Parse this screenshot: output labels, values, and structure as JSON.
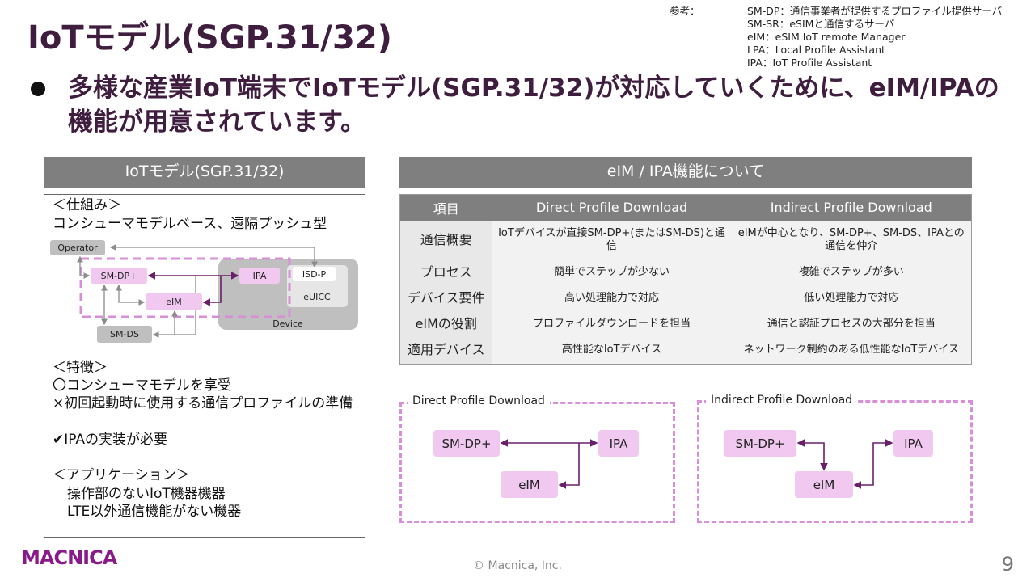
{
  "title": "IoTモデル(SGP.31/32)",
  "bullet": "多様な産業IoT端末でIoTモデル(SGP.31/32)が対応していくために、eIM/IPAの機能が用意されています。",
  "reference": {
    "label": "参考：",
    "lines": [
      "SM-DP：通信事業者が提供するプロファイル提供サーバ",
      "SM-SR：eSIMと通信するサーバ",
      "eIM：eSIM IoT remote Manager",
      "LPA：Local Profile Assistant",
      "IPA：IoT Profile Assistant"
    ]
  },
  "left": {
    "header": "IoTモデル(SGP.31/32)",
    "mechanism_heading": "＜仕組み＞",
    "mechanism": "コンシューマモデルベース、遠隔プッシュ型",
    "diagram": {
      "operator": "Operator",
      "smdp": "SM-DP+",
      "ipa": "IPA",
      "isdp": "ISD-P",
      "euicc": "eUICC",
      "eim": "eIM",
      "smds": "SM-DS",
      "device": "Device"
    },
    "features_heading": "＜特徴＞",
    "features": [
      "〇コンシューマモデルを享受",
      "×初回起動時に使用する通信プロファイルの準備",
      "✔IPAの実装が必要"
    ],
    "apps_heading": "＜アプリケーション＞",
    "apps": [
      "操作部のないIoT機器機器",
      "LTE以外通信機能がない機器"
    ]
  },
  "right": {
    "header": "eIM / IPA機能について",
    "table": {
      "columns": [
        "項目",
        "Direct Profile Download",
        "Indirect Profile Download"
      ],
      "rows": [
        [
          "通信概要",
          "IoTデバイスが直接SM-DP+(またはSM-DS)と通信",
          "eIMが中心となり、SM-DP+、SM-DS、IPAとの通信を仲介"
        ],
        [
          "プロセス",
          "簡単でステップが少ない",
          "複雑でステップが多い"
        ],
        [
          "デバイス要件",
          "高い処理能力で対応",
          "低い処理能力で対応"
        ],
        [
          "eIMの役割",
          "プロファイルダウンロードを担当",
          "通信と認証プロセスの大部分を担当"
        ],
        [
          "適用デバイス",
          "高性能なIoTデバイス",
          "ネットワーク制約のある低性能なIoTデバイス"
        ]
      ]
    },
    "direct": {
      "label": "Direct Profile Download",
      "smdp": "SM-DP+",
      "ipa": "IPA",
      "eim": "eIM"
    },
    "indirect": {
      "label": "Indirect Profile Download",
      "smdp": "SM-DP+",
      "ipa": "IPA",
      "eim": "eIM"
    }
  },
  "footer": {
    "copyright": "© Macnica, Inc.",
    "page": "9",
    "logo": "MACNICA"
  },
  "colors": {
    "title": "#3f1d3f",
    "accent_pink": "#f0c8f0",
    "dash": "#d88ed8",
    "arrow": "#6a1f6a",
    "header_gray": "#7f7f7f",
    "logo": "#8a1a8a"
  }
}
